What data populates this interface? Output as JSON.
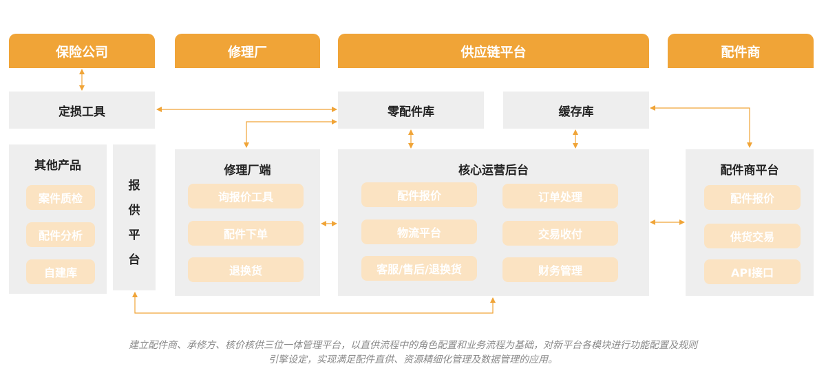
{
  "headers": {
    "insurance": "保险公司",
    "repair": "修理厂",
    "supply_chain": "供应链平台",
    "supplier": "配件商"
  },
  "boxes": {
    "loss_tool": "定损工具",
    "parts_library": "零配件库",
    "cache_library": "缓存库",
    "other_products": {
      "title": "其他产品",
      "items": [
        "案件质检",
        "配件分析",
        "自建库"
      ]
    },
    "quote_platform": [
      "报",
      "供",
      "平",
      "台"
    ],
    "repair_end": {
      "title": "修理厂端",
      "items": [
        "询报价工具",
        "配件下单",
        "退换货"
      ]
    },
    "core_backend": {
      "title": "核心运营后台",
      "left": [
        "配件报价",
        "物流平台",
        "客服/售后/退换货"
      ],
      "right": [
        "订单处理",
        "交易收付",
        "财务管理"
      ]
    },
    "supplier_platform": {
      "title": "配件商平台",
      "items": [
        "配件报价",
        "供货交易",
        "API接口"
      ]
    }
  },
  "caption": {
    "line1": "建立配件商、承修方、核价核供三位一体管理平台，以直供流程中的角色配置和业务流程为基础，对新平台各模块进行功能配置及规则",
    "line2": "引擎设定，实现满足配件直供、资源精细化管理及数据管理的应用。"
  },
  "colors": {
    "accent": "#f0a437",
    "chip": "#fbe3c2",
    "panel": "#eeeeee"
  }
}
